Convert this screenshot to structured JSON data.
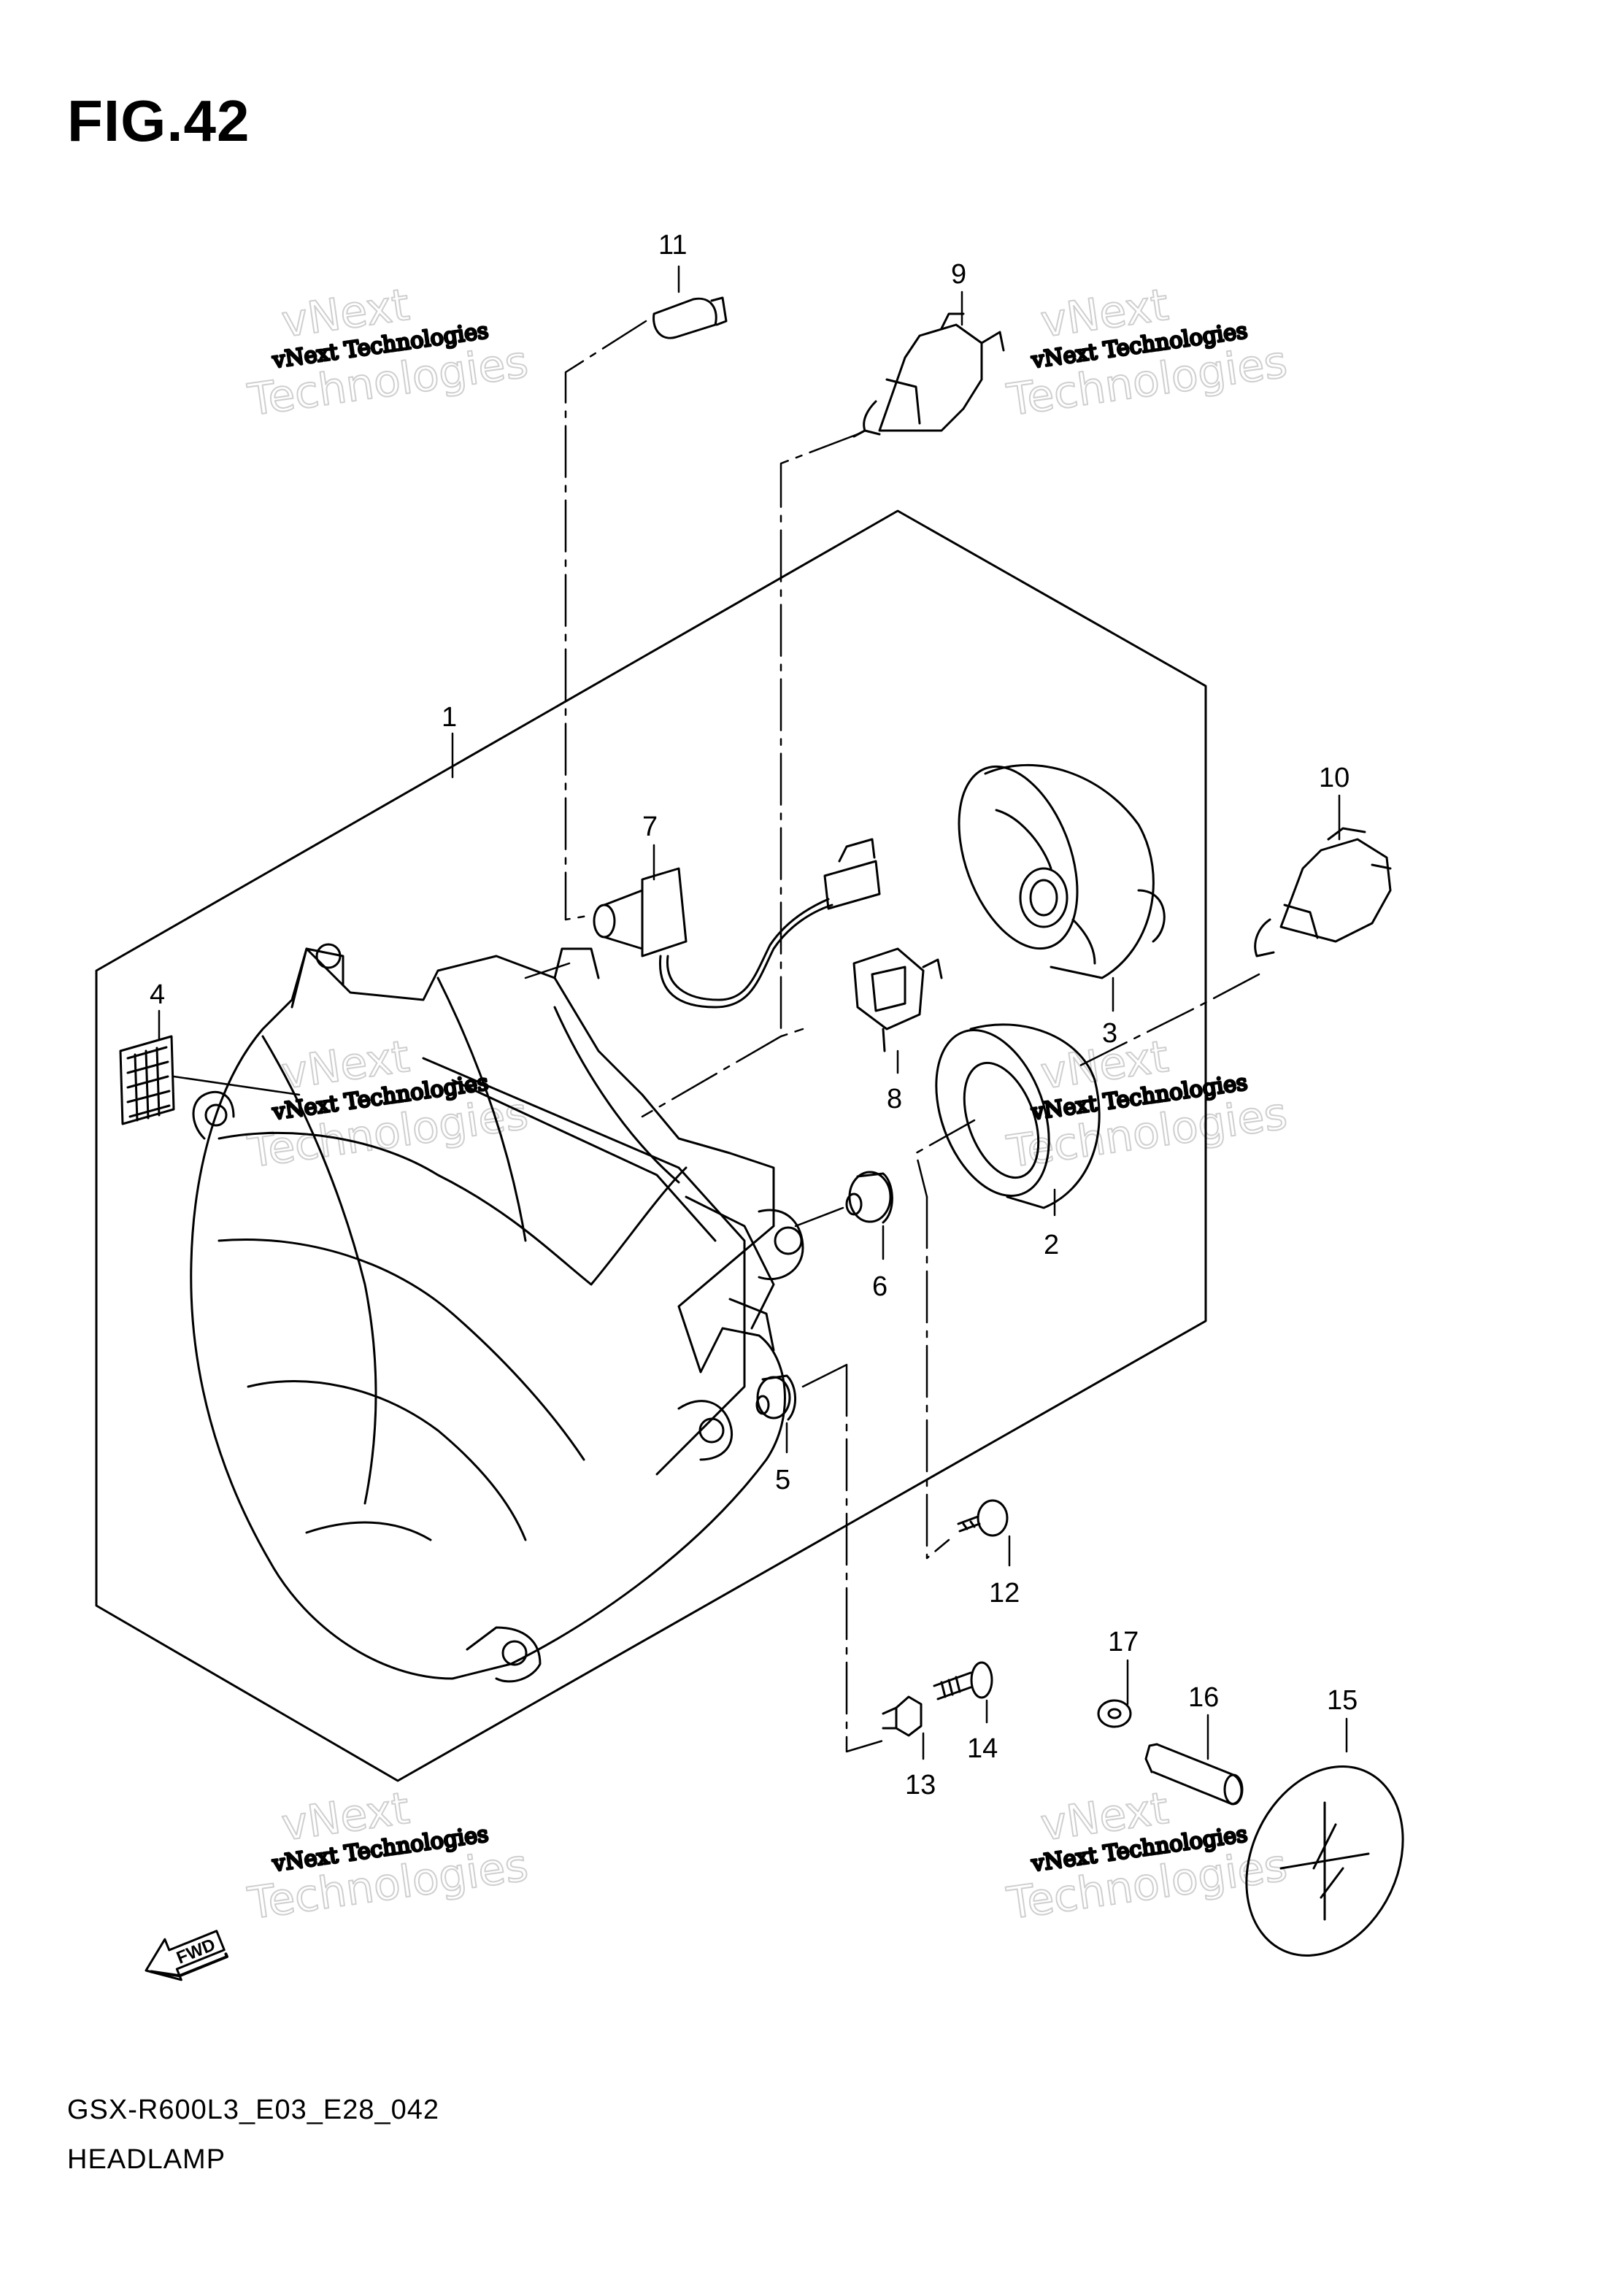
{
  "figure": {
    "title": "FIG.42",
    "code": "GSX-R600L3_E03_E28_042",
    "name": "HEADLAMP"
  },
  "callouts": [
    {
      "id": "1",
      "label": "1"
    },
    {
      "id": "2",
      "label": "2"
    },
    {
      "id": "3",
      "label": "3"
    },
    {
      "id": "4",
      "label": "4"
    },
    {
      "id": "5",
      "label": "5"
    },
    {
      "id": "6",
      "label": "6"
    },
    {
      "id": "7",
      "label": "7"
    },
    {
      "id": "8",
      "label": "8"
    },
    {
      "id": "9",
      "label": "9"
    },
    {
      "id": "10",
      "label": "10"
    },
    {
      "id": "11",
      "label": "11"
    },
    {
      "id": "12",
      "label": "12"
    },
    {
      "id": "13",
      "label": "13"
    },
    {
      "id": "14",
      "label": "14"
    },
    {
      "id": "15",
      "label": "15"
    },
    {
      "id": "16",
      "label": "16"
    },
    {
      "id": "17",
      "label": "17"
    }
  ],
  "watermark": {
    "line1": "vNext",
    "line2": "vNext Technologies",
    "line3": "Technologies"
  },
  "direction_arrow": {
    "label": "FWD",
    "icon": "fwd-arrow-icon"
  },
  "colors": {
    "ink": "#000000",
    "watermark": "#cfcfcf",
    "background": "#ffffff"
  }
}
